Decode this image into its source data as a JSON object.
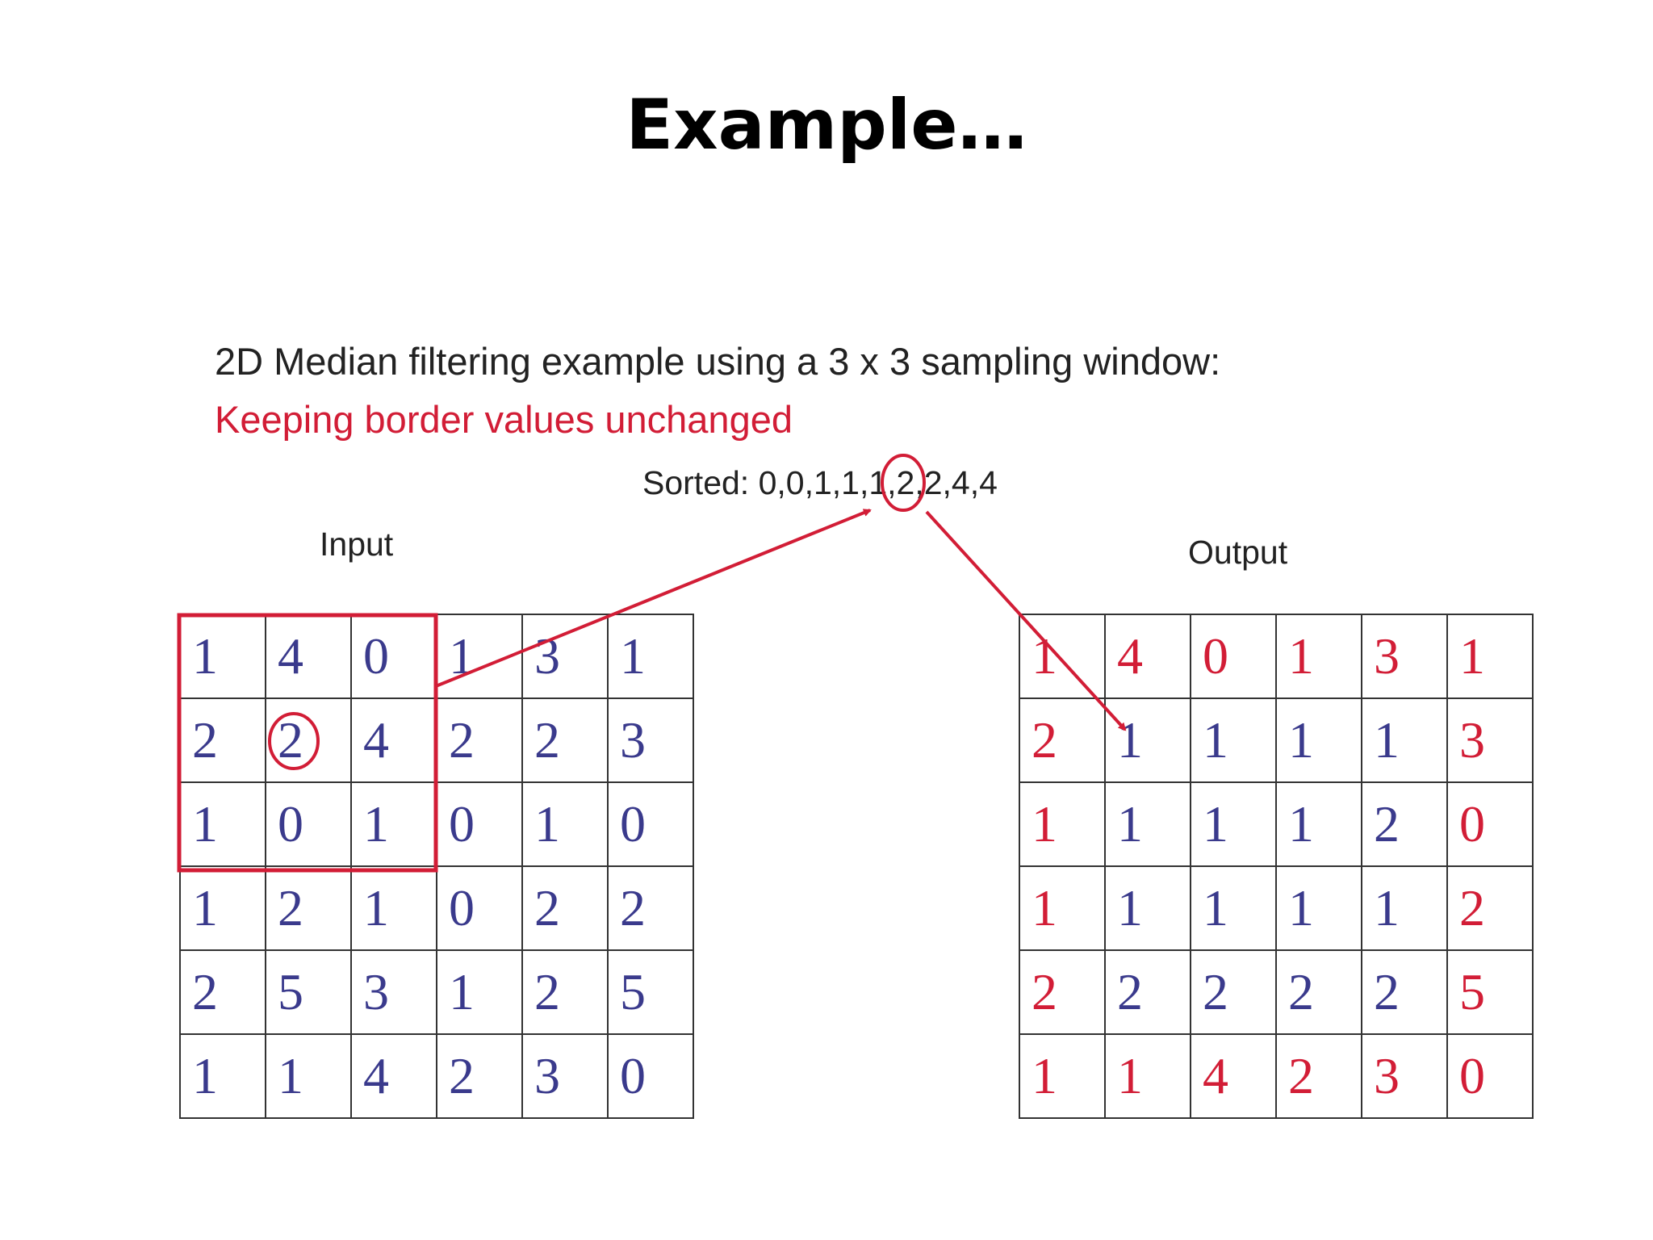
{
  "slide": {
    "title": "Example…"
  },
  "diagram": {
    "subtitle": "2D Median filtering example using a 3 x 3 sampling window:",
    "note": "Keeping border values unchanged",
    "sorted_text": "Sorted: 0,0,1,1,1,2,2,4,4",
    "input_label": "Input",
    "output_label": "Output",
    "input": [
      [
        "1",
        "4",
        "0",
        "1",
        "3",
        "1"
      ],
      [
        "2",
        "2",
        "4",
        "2",
        "2",
        "3"
      ],
      [
        "1",
        "0",
        "1",
        "0",
        "1",
        "0"
      ],
      [
        "1",
        "2",
        "1",
        "0",
        "2",
        "2"
      ],
      [
        "2",
        "5",
        "3",
        "1",
        "2",
        "5"
      ],
      [
        "1",
        "1",
        "4",
        "2",
        "3",
        "0"
      ]
    ],
    "output": [
      [
        "1",
        "4",
        "0",
        "1",
        "3",
        "1"
      ],
      [
        "2",
        "1",
        "1",
        "1",
        "1",
        "3"
      ],
      [
        "1",
        "1",
        "1",
        "1",
        "2",
        "0"
      ],
      [
        "1",
        "1",
        "1",
        "1",
        "1",
        "2"
      ],
      [
        "2",
        "2",
        "2",
        "2",
        "2",
        "5"
      ],
      [
        "1",
        "1",
        "4",
        "2",
        "3",
        "0"
      ]
    ],
    "colors": {
      "cell_value": "#3a3a8c",
      "border_value": "#d21d36",
      "highlight": "#d21d36"
    }
  }
}
